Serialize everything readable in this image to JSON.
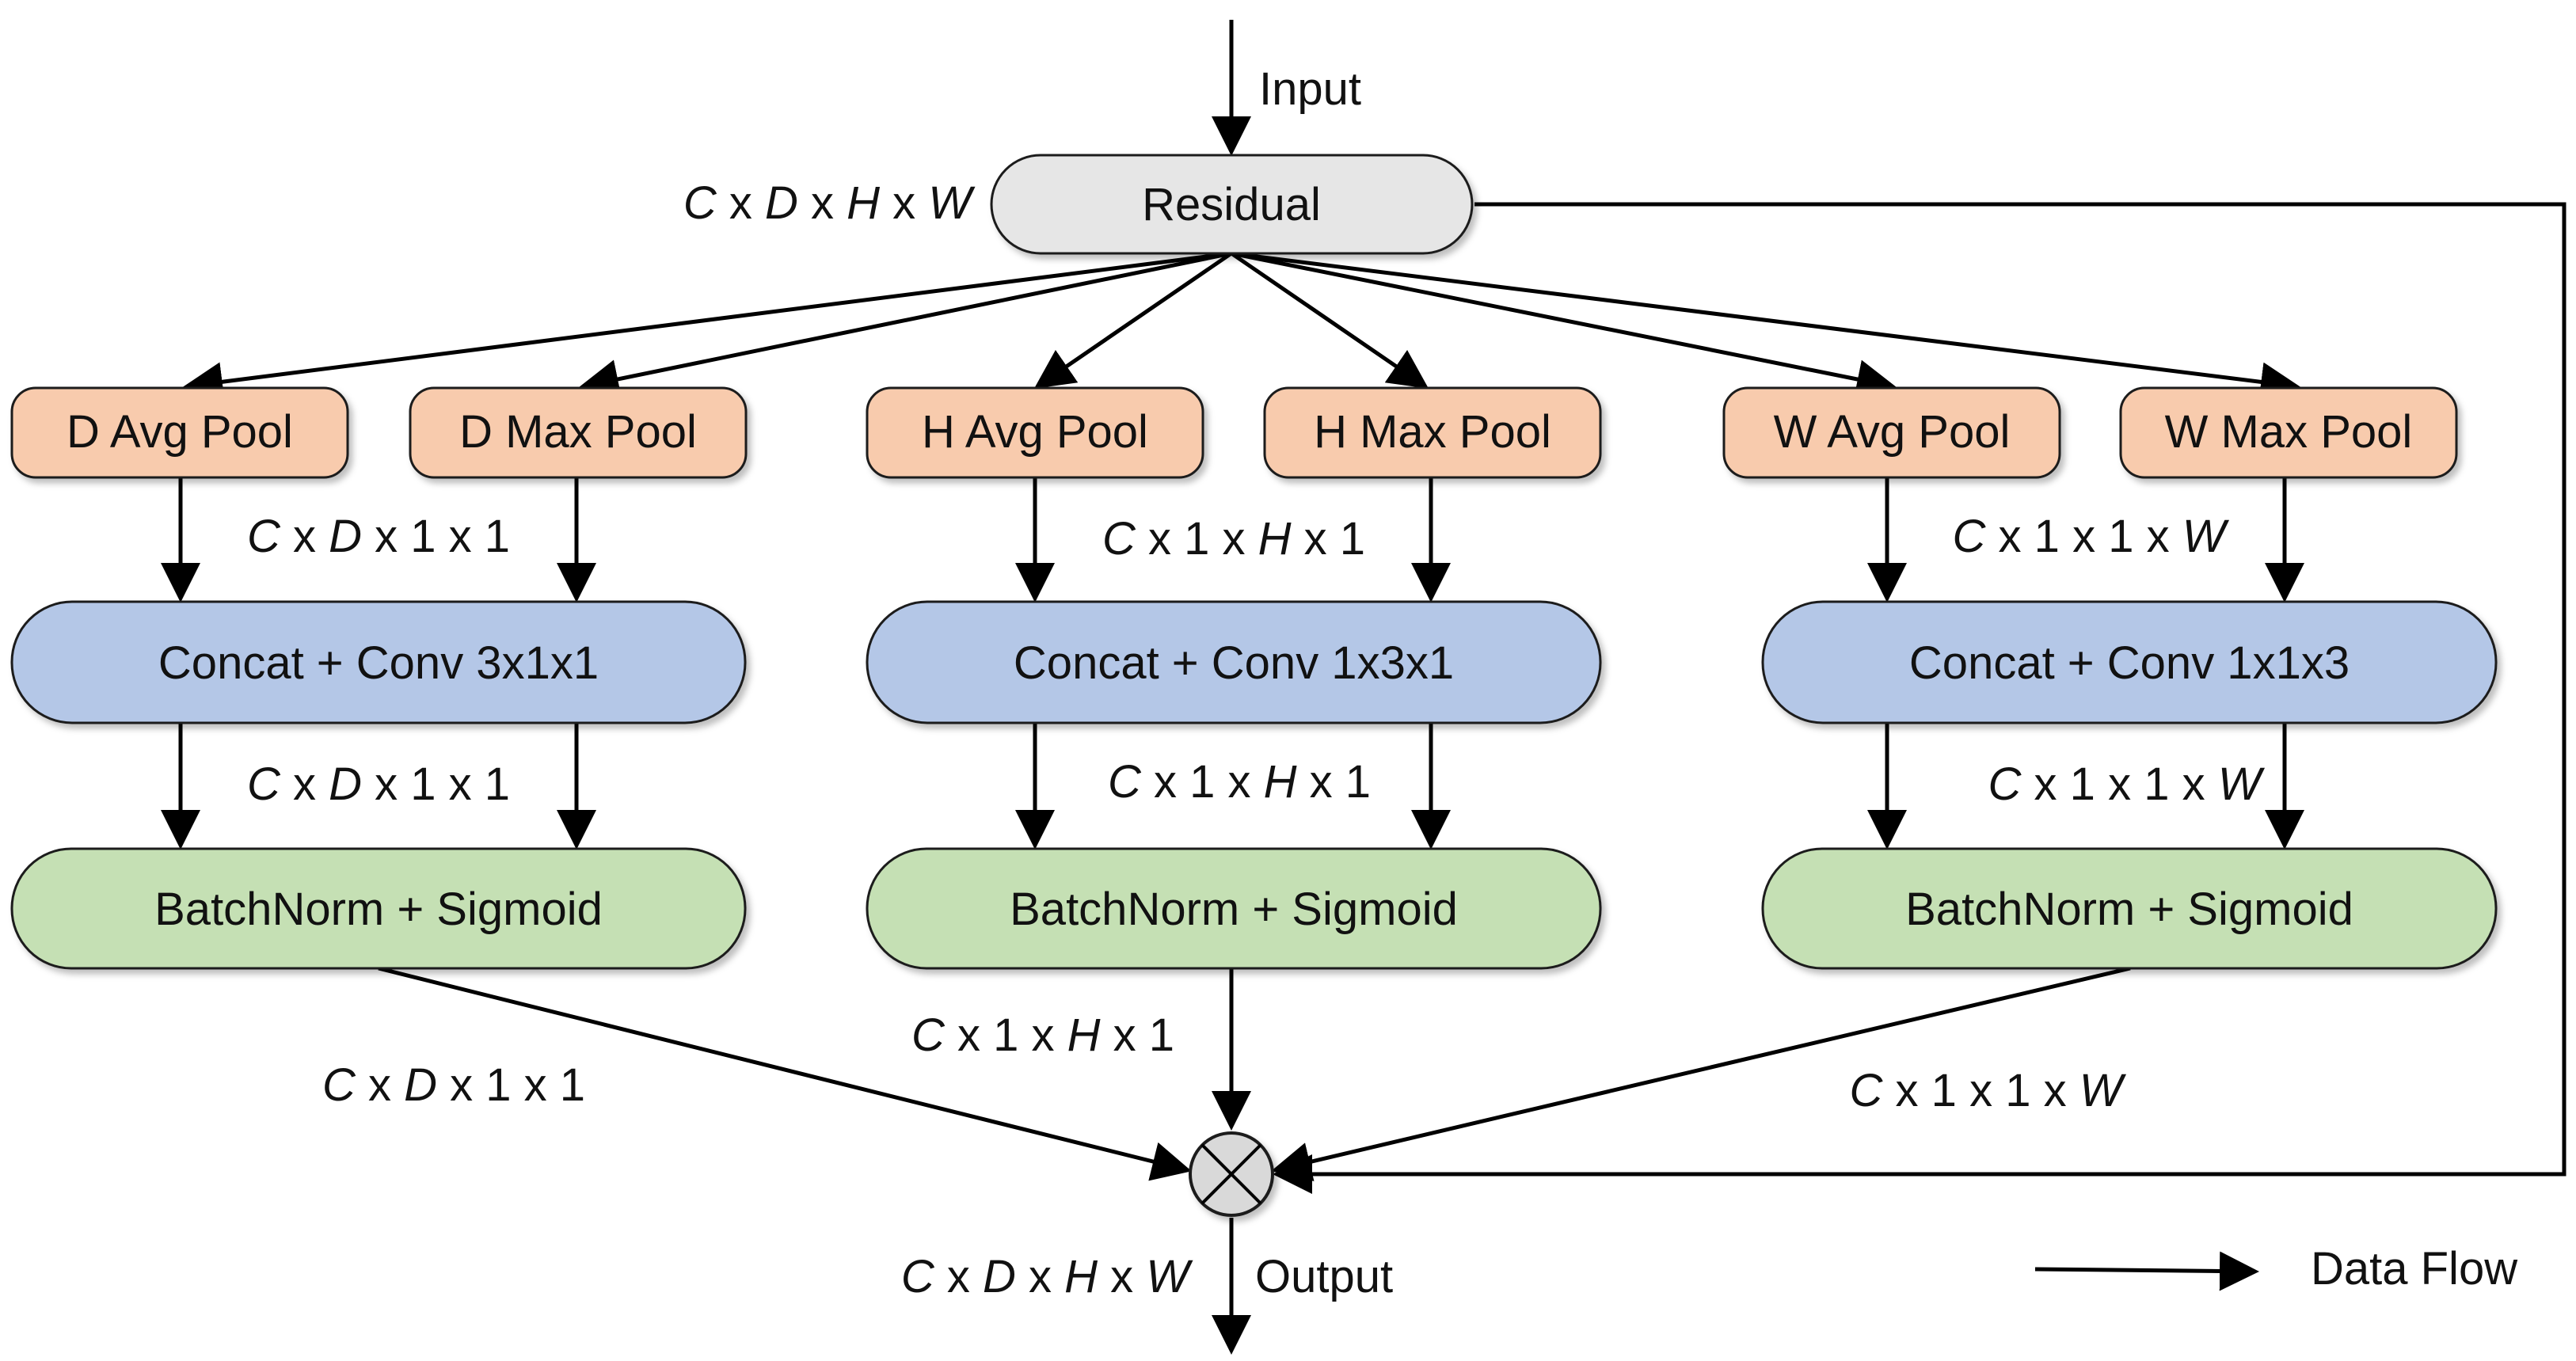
{
  "colors": {
    "residual": "#e6e6e6",
    "pool": "#f8cbad",
    "concat": "#b4c7e7",
    "bn": "#c5e0b4",
    "mult": "#d9d9d9",
    "line": "#000000"
  },
  "nodes": {
    "residual": "Residual",
    "d_avg": "D Avg Pool",
    "d_max": "D Max Pool",
    "h_avg": "H Avg Pool",
    "h_max": "H Max Pool",
    "w_avg": "W Avg Pool",
    "w_max": "W Max Pool",
    "concat_d": "Concat + Conv 3x1x1",
    "concat_h": "Concat + Conv 1x3x1",
    "concat_w": "Concat + Conv 1x1x3",
    "bn_d": "BatchNorm + Sigmoid",
    "bn_h": "BatchNorm + Sigmoid",
    "bn_w": "BatchNorm + Sigmoid"
  },
  "labels": {
    "input": "Input",
    "output": "Output",
    "legend": "Data Flow",
    "dim_input": "C x D x H x W",
    "dim_pool_d": "C x D x 1 x 1",
    "dim_pool_h": "C x 1 x H x 1",
    "dim_pool_w": "C x 1 x 1 x W",
    "dim_conv_d": "C x D x 1 x 1",
    "dim_conv_h": "C x 1 x H x 1",
    "dim_conv_w": "C x 1 x 1 x W",
    "dim_bn_d": "C x D x 1 x 1",
    "dim_bn_h": "C x 1 x H x 1",
    "dim_bn_w": "C x 1 x 1 x W",
    "dim_output": "C x D x H x W"
  }
}
